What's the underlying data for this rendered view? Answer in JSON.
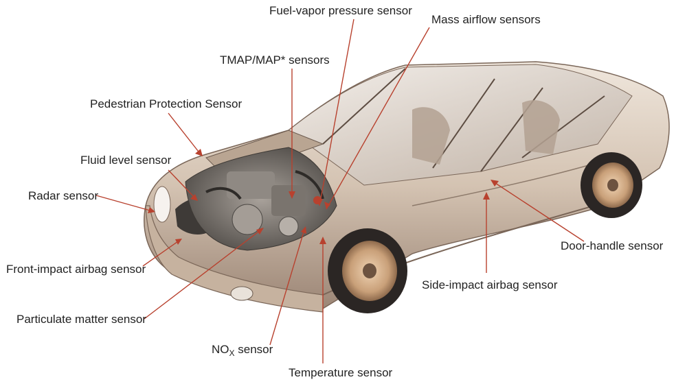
{
  "colors": {
    "leader": "#b8412e",
    "label": "#222222",
    "body_light": "#e7dccf",
    "body_mid": "#cbb7a3",
    "body_dark": "#8e7867",
    "engine": "#6e6a66",
    "wheel_rim": "#c9a079",
    "tire": "#2b2624"
  },
  "labels": {
    "fuel_vapor": "Fuel-vapor pressure sensor",
    "mass_airflow": "Mass airflow sensors",
    "tmap": "TMAP/MAP* sensors",
    "pedestrian": "Pedestrian Protection Sensor",
    "fluid_level": "Fluid level sensor",
    "radar": "Radar sensor",
    "front_impact": "Front-impact airbag sensor",
    "particulate": "Particulate matter sensor",
    "nox_main": "NO",
    "nox_sub": "X",
    "nox_suffix": " sensor",
    "temperature": "Temperature sensor",
    "side_impact": "Side-impact airbag sensor",
    "door_handle": "Door-handle sensor"
  }
}
